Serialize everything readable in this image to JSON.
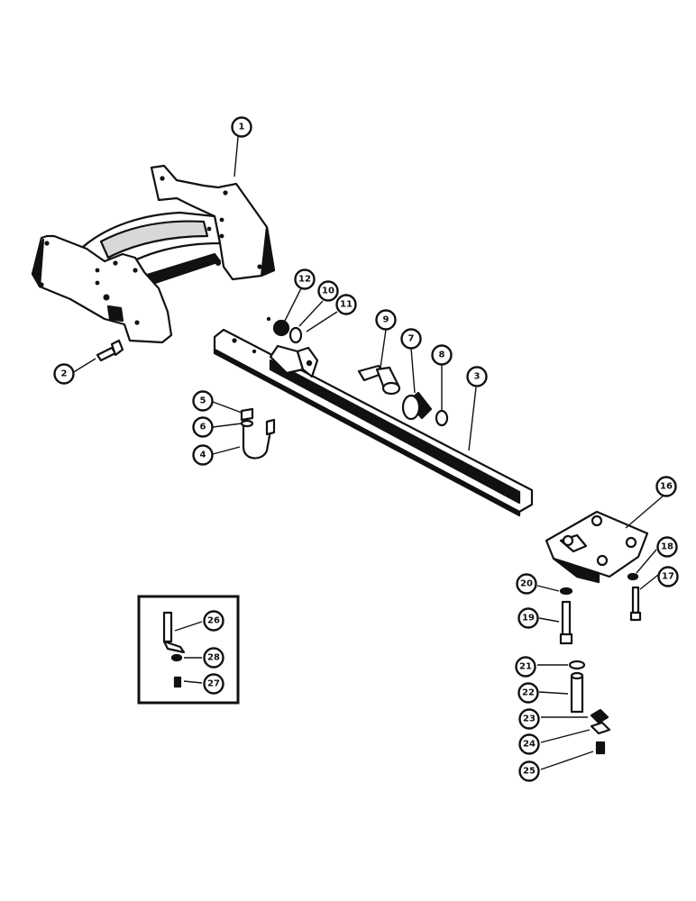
{
  "diagram": {
    "callouts": [
      {
        "id": "c1",
        "label": "1"
      },
      {
        "id": "c2",
        "label": "2"
      },
      {
        "id": "c3",
        "label": "3"
      },
      {
        "id": "c4",
        "label": "4"
      },
      {
        "id": "c5",
        "label": "5"
      },
      {
        "id": "c6",
        "label": "6"
      },
      {
        "id": "c7",
        "label": "7"
      },
      {
        "id": "c8",
        "label": "8"
      },
      {
        "id": "c9",
        "label": "9"
      },
      {
        "id": "c10",
        "label": "10"
      },
      {
        "id": "c11",
        "label": "11"
      },
      {
        "id": "c12",
        "label": "12"
      },
      {
        "id": "c16",
        "label": "16"
      },
      {
        "id": "c17",
        "label": "17"
      },
      {
        "id": "c18",
        "label": "18"
      },
      {
        "id": "c19",
        "label": "19"
      },
      {
        "id": "c20",
        "label": "20"
      },
      {
        "id": "c21",
        "label": "21"
      },
      {
        "id": "c22",
        "label": "22"
      },
      {
        "id": "c23",
        "label": "23"
      },
      {
        "id": "c24",
        "label": "24"
      },
      {
        "id": "c25",
        "label": "25"
      },
      {
        "id": "c26",
        "label": "26"
      },
      {
        "id": "c28",
        "label": "28"
      },
      {
        "id": "c27",
        "label": "27"
      }
    ]
  }
}
